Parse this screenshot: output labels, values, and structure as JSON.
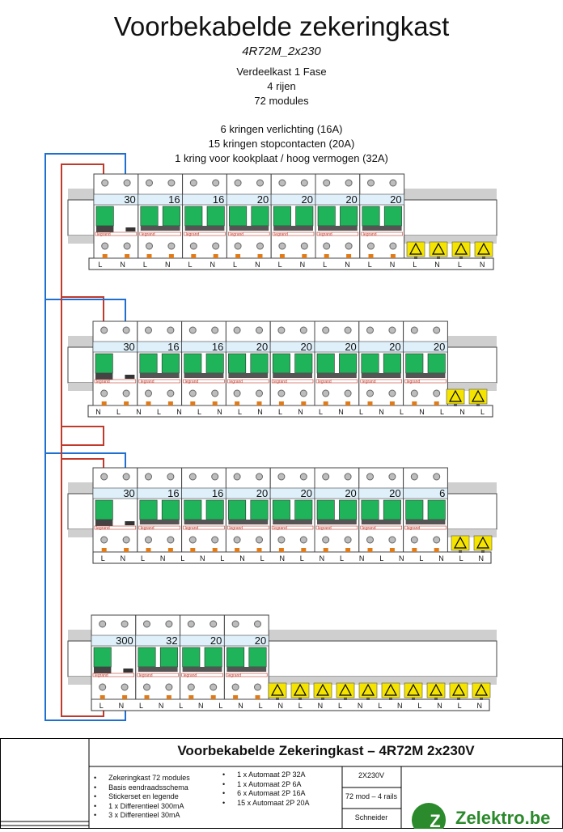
{
  "header": {
    "title": "Voorbekabelde zekeringkast",
    "subtitle": "4R72M_2x230",
    "lines": [
      "Verdeelkast 1 Fase",
      "4 rijen",
      "72 modules"
    ],
    "circuits": [
      "6 kringen verlichting (16A)",
      "15 kringen stopcontacten (20A)",
      "1 kring voor kookplaat / hoog vermogen (32A)"
    ]
  },
  "rows": [
    {
      "breakers": [
        "30",
        "16",
        "16",
        "20",
        "20",
        "20",
        "20"
      ],
      "terminal_labels": [
        "L",
        "N",
        "L",
        "N",
        "L",
        "N",
        "L",
        "N",
        "L",
        "N",
        "L",
        "N",
        "L",
        "N",
        "L",
        "N",
        "L",
        "N"
      ],
      "yellow_pairs": 2
    },
    {
      "breakers": [
        "30",
        "16",
        "16",
        "20",
        "20",
        "20",
        "20",
        "20"
      ],
      "terminal_labels": [
        "N",
        "L",
        "N",
        "L",
        "N",
        "L",
        "N",
        "L",
        "N",
        "L",
        "N",
        "L",
        "N",
        "L",
        "N",
        "L",
        "N",
        "L",
        "N",
        "L"
      ],
      "yellow_pairs": 1
    },
    {
      "breakers": [
        "30",
        "16",
        "16",
        "20",
        "20",
        "20",
        "20",
        "6"
      ],
      "terminal_labels": [
        "L",
        "N",
        "L",
        "N",
        "L",
        "N",
        "L",
        "N",
        "L",
        "N",
        "L",
        "N",
        "L",
        "N",
        "L",
        "N",
        "L",
        "N",
        "L",
        "N"
      ],
      "yellow_pairs": 1
    },
    {
      "breakers": [
        "300",
        "32",
        "20",
        "20"
      ],
      "terminal_labels": [
        "L",
        "N",
        "L",
        "N",
        "L",
        "N",
        "L",
        "N",
        "L",
        "N",
        "L",
        "N",
        "L",
        "N",
        "L",
        "N",
        "L",
        "N",
        "L",
        "N"
      ],
      "yellow_pairs": 5
    }
  ],
  "brand_label": "legrand",
  "title_block": {
    "title": "Voorbekabelde Zekeringkast – 4R72M  2x230V",
    "col1": [
      "Zekeringkast 72 modules",
      "Basis eendraadsschema",
      "Stickerset en legende",
      "1 x Differentieel 300mA",
      "3 x Differentieel 30mA"
    ],
    "col2": [
      "1 x Automaat 2P 32A",
      "1 x Automaat 2P 6A",
      "6 x Automaat 2P 16A",
      "15 x Automaat 2P 20A"
    ],
    "cells": [
      "2X230V",
      "72 mod – 4 rails",
      "Schneider"
    ],
    "logo_text": "Zelektro.be",
    "logo_letter": "Z"
  },
  "colors": {
    "green": "#1fb45a",
    "rail": "#cfcfcf",
    "blue_wire": "#1f6fd1",
    "red_wire": "#c0392b",
    "yellow": "#f5e400",
    "orange": "#e07b1a",
    "label_blue": "#dff0fa",
    "logo_green": "#2b8a2b"
  }
}
